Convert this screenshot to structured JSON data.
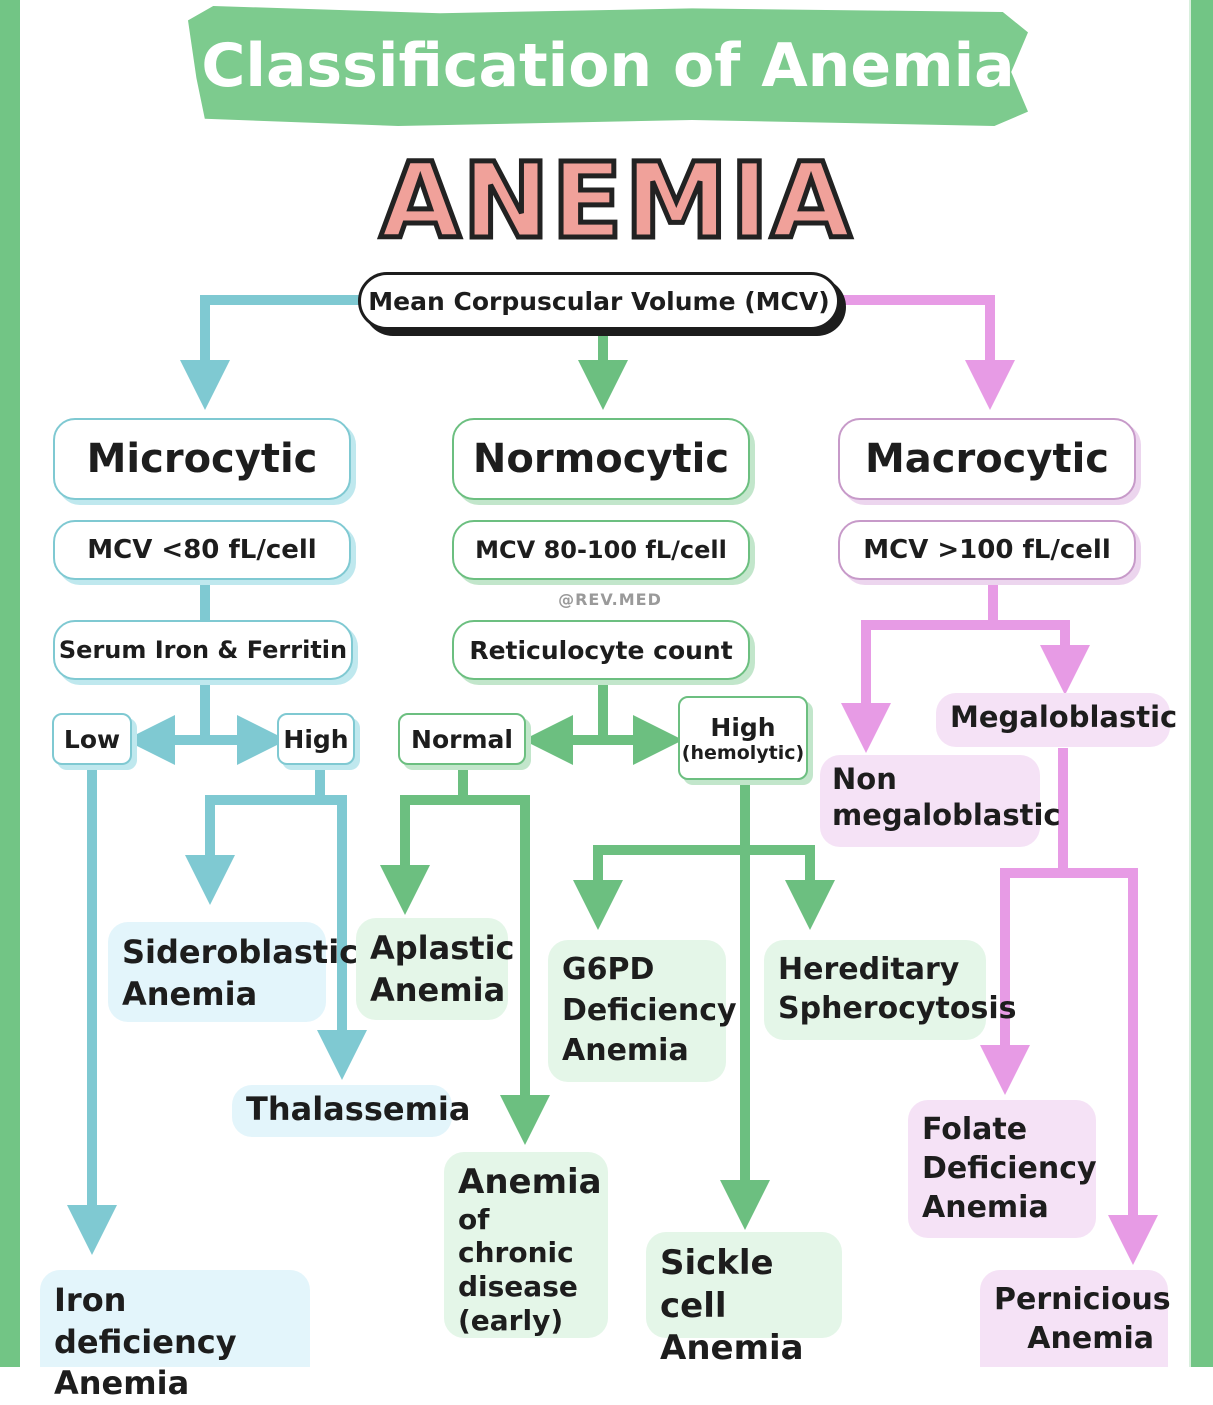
{
  "title": "Classification of Anemia",
  "root": "ANEMIA",
  "criterion": "Mean Corpuscular Volume (MCV)",
  "watermark": "@REV.MED",
  "colors": {
    "frame": "#72c585",
    "microcytic": "#7fc9d2",
    "normocytic": "#6cbf80",
    "macrocytic": "#e79be5",
    "anemia_fill": "#f0a19a"
  },
  "microcytic": {
    "label": "Microcytic",
    "range": "MCV <80 fL/cell",
    "test": "Serum Iron & Ferritin",
    "low": "Low",
    "high": "High",
    "leaves": {
      "iron": [
        "Iron deficiency",
        "Anemia"
      ],
      "sideroblastic": [
        "Sideroblastic",
        "Anemia"
      ],
      "thalassemia": "Thalassemia"
    }
  },
  "normocytic": {
    "label": "Normocytic",
    "range": "MCV 80-100 fL/cell",
    "test": "Reticulocyte count",
    "normal": "Normal",
    "high": "High",
    "high_sub": "(hemolytic)",
    "leaves": {
      "aplastic": [
        "Aplastic",
        "Anemia"
      ],
      "chronic": [
        "Anemia",
        "of chronic",
        "disease",
        "(early)"
      ],
      "g6pd": [
        "G6PD",
        "Deficiency",
        "Anemia"
      ],
      "spherocytosis": [
        "Hereditary",
        "Spherocytosis"
      ],
      "sickle": [
        "Sickle cell",
        "Anemia"
      ]
    }
  },
  "macrocytic": {
    "label": "Macrocytic",
    "range": "MCV >100 fL/cell",
    "non_megaloblastic": [
      "Non",
      "megaloblastic"
    ],
    "megaloblastic": "Megaloblastic",
    "leaves": {
      "folate": [
        "Folate",
        "Deficiency",
        "Anemia"
      ],
      "pernicious": [
        "Pernicious",
        "Anemia"
      ]
    }
  }
}
